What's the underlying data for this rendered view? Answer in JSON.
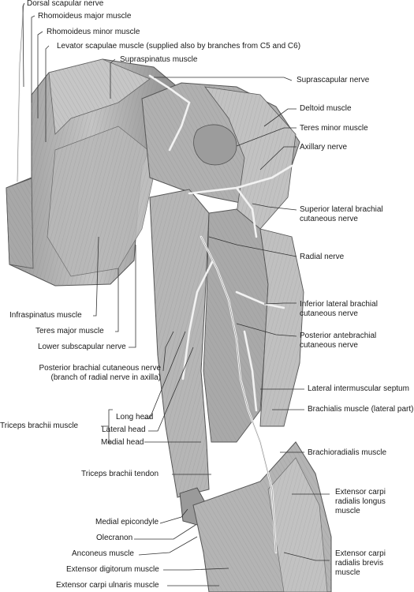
{
  "labels": {
    "dorsal_scapular_nerve": "Dorsal scapular nerve",
    "rhomboideus_major": "Rhomoideus major muscle",
    "rhomboideus_minor": "Rhomoideus minor muscle",
    "levator_scapulae": "Levator scapulae muscle (supplied also by branches from C5 and C6)",
    "supraspinatus": "Supraspinatus muscle",
    "suprascapular_nerve": "Suprascapular nerve",
    "deltoid": "Deltoid muscle",
    "teres_minor": "Teres minor muscle",
    "axillary_nerve": "Axillary nerve",
    "sup_lat_brachial_1": "Superior lateral brachial",
    "sup_lat_brachial_2": "cutaneous nerve",
    "radial_nerve": "Radial nerve",
    "inf_lat_brachial_1": "Inferior lateral brachial",
    "inf_lat_brachial_2": "cutaneous nerve",
    "post_antebrachial_1": "Posterior antebrachial",
    "post_antebrachial_2": "cutaneous nerve",
    "lat_intermuscular": "Lateral intermuscular septum",
    "brachialis": "Brachialis muscle (lateral part)",
    "brachioradialis": "Brachioradialis muscle",
    "ecrl_1": "Extensor carpi",
    "ecrl_2": "radialis longus",
    "ecrl_3": "muscle",
    "ecrb_1": "Extensor carpi",
    "ecrb_2": "radialis brevis",
    "ecrb_3": "muscle",
    "infraspinatus": "Infraspinatus muscle",
    "teres_major": "Teres major muscle",
    "lower_subscapular": "Lower subscapular nerve",
    "post_brachial_1": "Posterior brachial cutaneous nerve",
    "post_brachial_2": "(branch of radial nerve in axilla)",
    "triceps": "Triceps brachii muscle",
    "long_head": "Long head",
    "lateral_head": "Lateral head",
    "medial_head": "Medial head",
    "triceps_tendon": "Triceps brachii tendon",
    "medial_epicondyle": "Medial epicondyle",
    "olecranon": "Olecranon",
    "anconeus": "Anconeus muscle",
    "ext_digitorum": "Extensor digitorum muscle",
    "ext_carpi_ulnaris": "Extensor carpi ulnaris muscle"
  },
  "colors": {
    "muscle_fill": "#b4b4b4",
    "muscle_dark": "#8c8c8c",
    "muscle_light": "#d6d6d6",
    "nerve": "#f2f2f2",
    "leader": "#333333"
  }
}
